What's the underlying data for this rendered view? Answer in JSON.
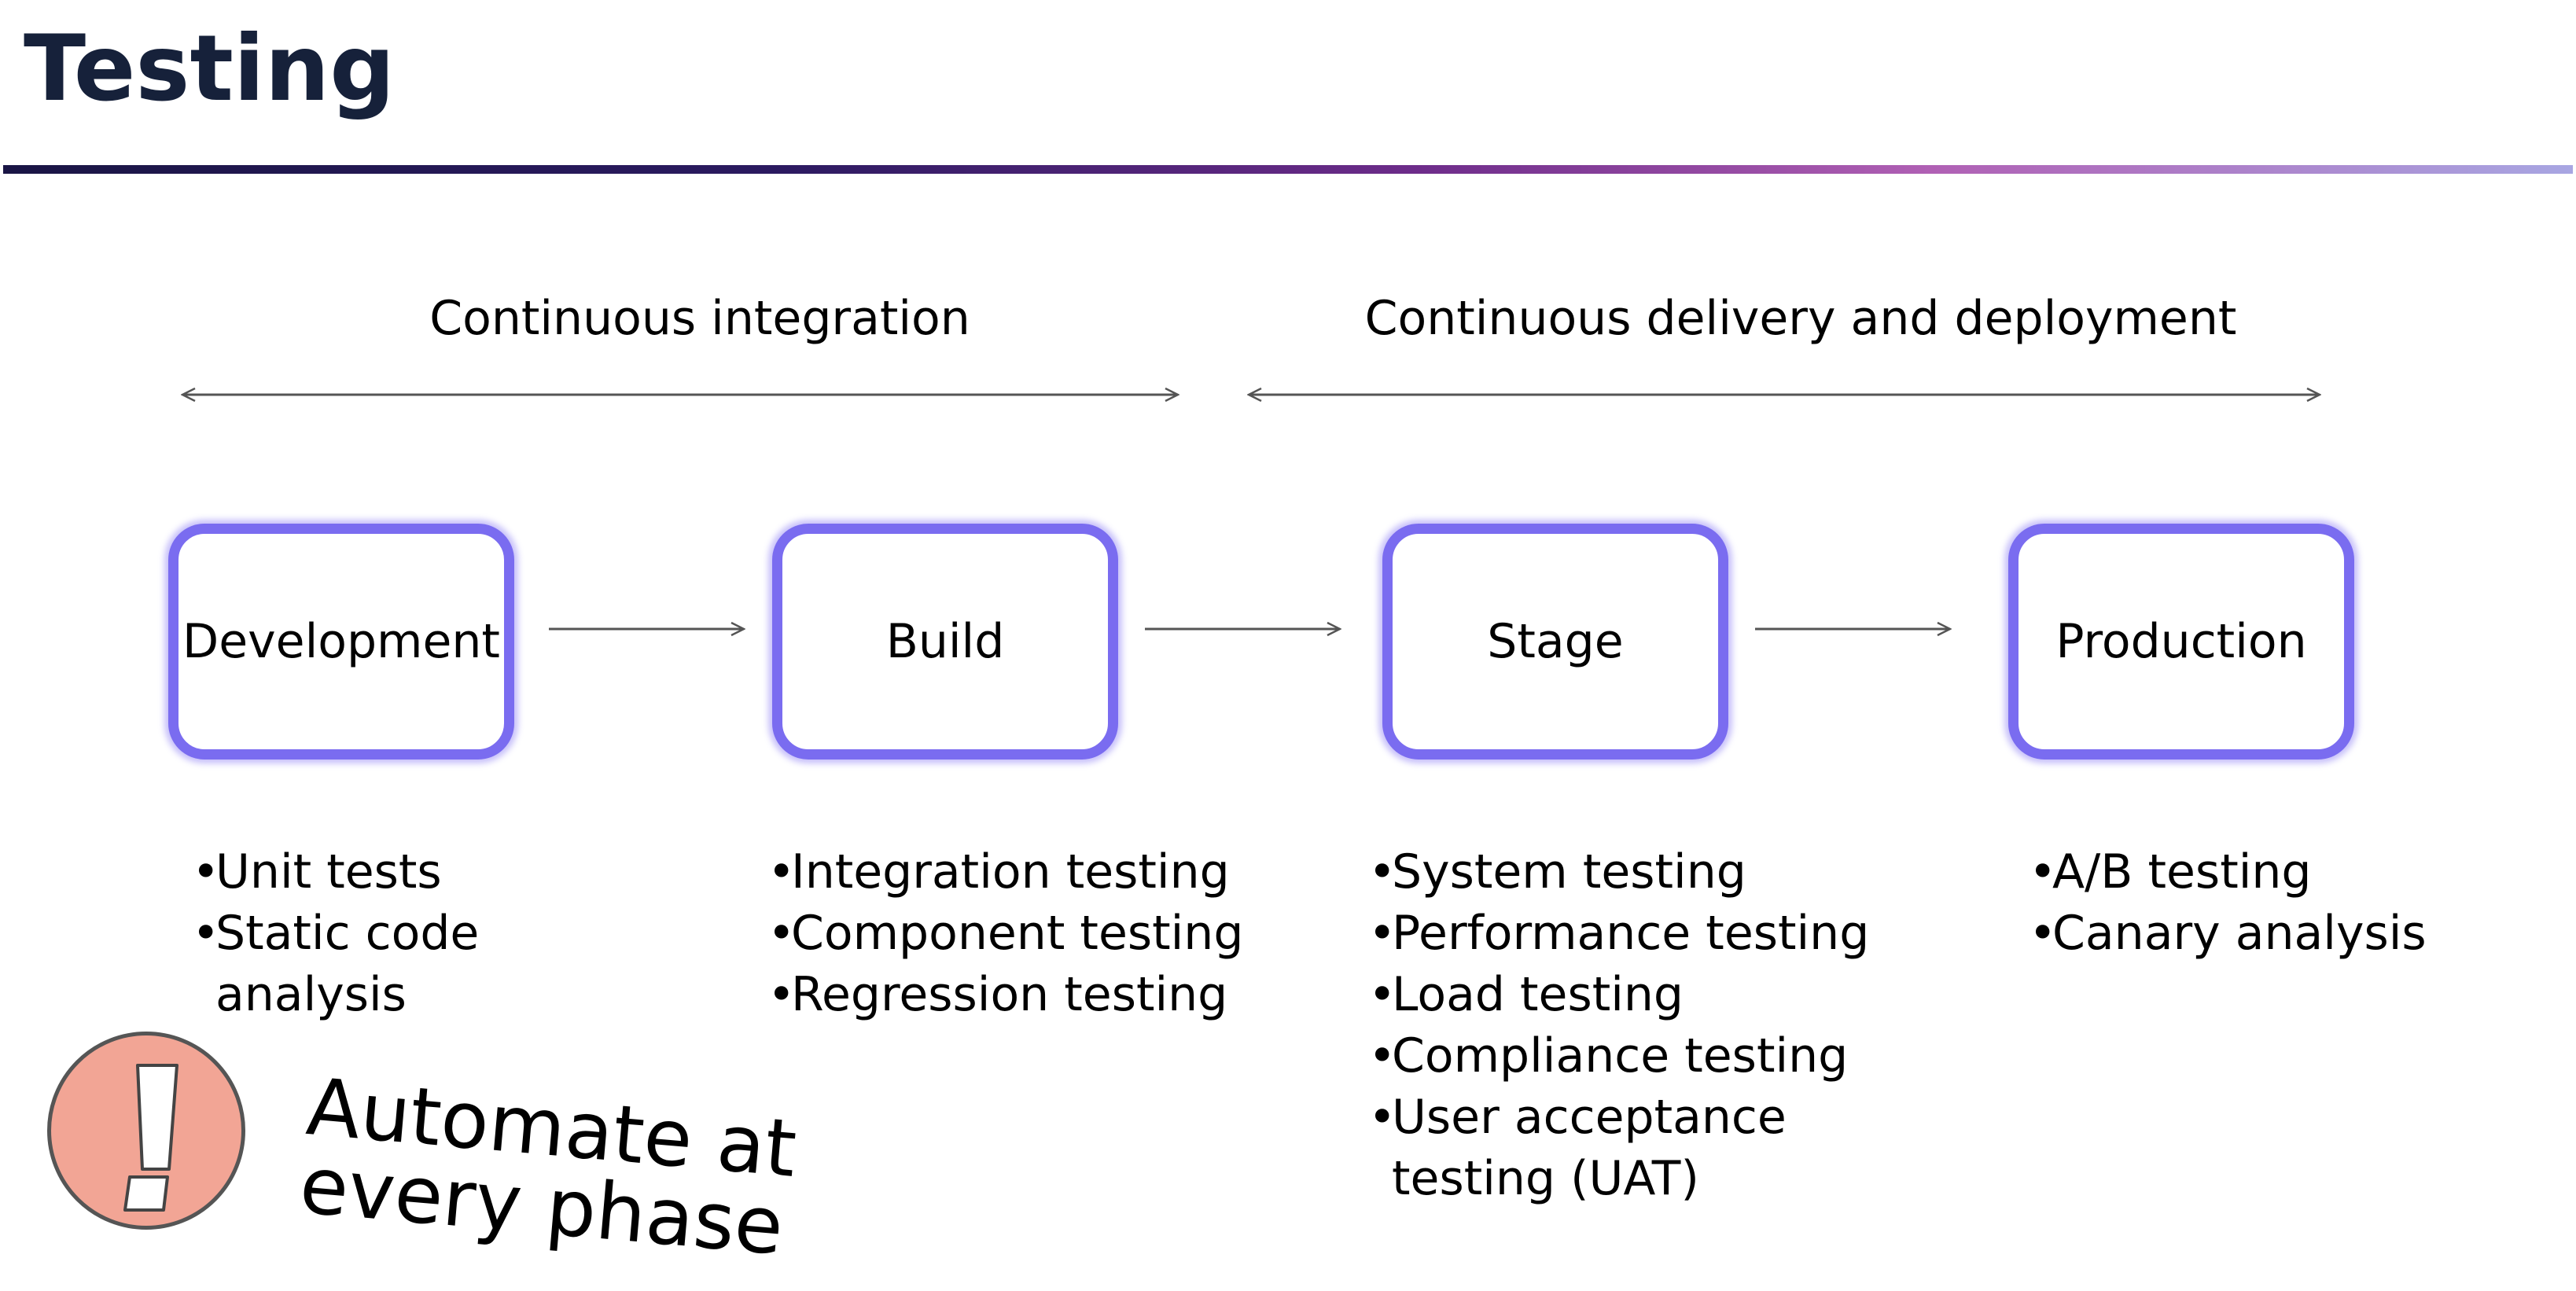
{
  "title": "Testing",
  "phases": [
    {
      "label": "Continuous integration"
    },
    {
      "label": "Continuous delivery and deployment"
    }
  ],
  "stages": [
    {
      "label": "Development",
      "tests": [
        "Unit tests",
        "Static code analysis"
      ]
    },
    {
      "label": "Build",
      "tests": [
        "Integration testing",
        "Component testing",
        "Regression testing"
      ]
    },
    {
      "label": "Stage",
      "tests": [
        "System testing",
        "Performance testing",
        "Load testing",
        "Compliance testing",
        "User acceptance testing (UAT)"
      ]
    },
    {
      "label": "Production",
      "tests": [
        "A/B testing",
        "Canary analysis"
      ]
    }
  ],
  "callout": {
    "line1": "Automate at",
    "line2": "every phase",
    "icon": "exclamation-icon"
  },
  "colors": {
    "title": "#16213a",
    "box_border": "#7a6cf0",
    "alert_fill": "#f2a595",
    "arrow": "#555555"
  }
}
